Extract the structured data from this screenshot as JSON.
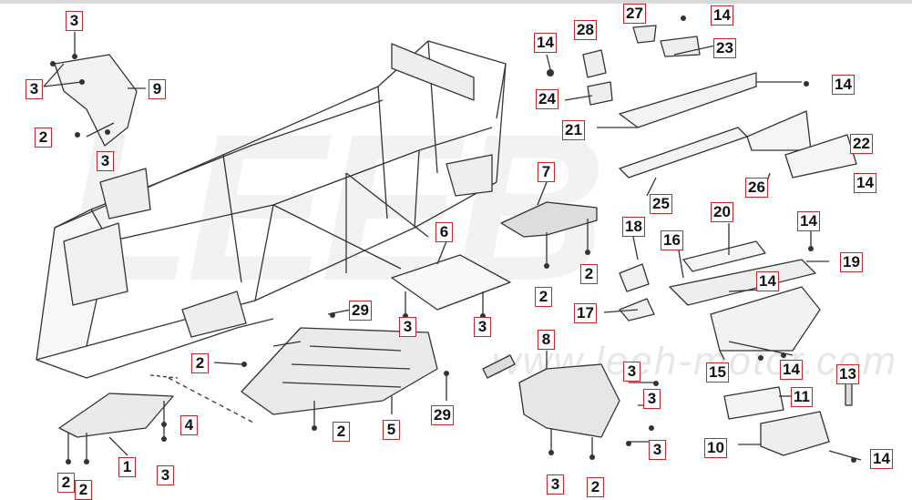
{
  "diagram": {
    "watermark_text": "www.leeh-motor.com",
    "background_brand": "LEEB",
    "labels": [
      {
        "id": "3",
        "text": "3"
      },
      {
        "id": "3",
        "text": "3"
      },
      {
        "id": "9",
        "text": "9"
      },
      {
        "id": "2",
        "text": "2"
      },
      {
        "id": "3",
        "text": "3"
      },
      {
        "id": "14",
        "text": "14"
      },
      {
        "id": "28",
        "text": "28"
      },
      {
        "id": "27",
        "text": "27"
      },
      {
        "id": "14",
        "text": "14"
      },
      {
        "id": "23",
        "text": "23"
      },
      {
        "id": "24",
        "text": "24"
      },
      {
        "id": "21",
        "text": "21"
      },
      {
        "id": "14",
        "text": "14"
      },
      {
        "id": "22",
        "text": "22"
      },
      {
        "id": "26",
        "text": "26"
      },
      {
        "id": "14",
        "text": "14"
      },
      {
        "id": "25",
        "text": "25"
      },
      {
        "id": "7",
        "text": "7"
      },
      {
        "id": "6",
        "text": "6"
      },
      {
        "id": "18",
        "text": "18"
      },
      {
        "id": "20",
        "text": "20"
      },
      {
        "id": "14",
        "text": "14"
      },
      {
        "id": "16",
        "text": "16"
      },
      {
        "id": "19",
        "text": "19"
      },
      {
        "id": "2",
        "text": "2"
      },
      {
        "id": "14",
        "text": "14"
      },
      {
        "id": "2",
        "text": "2"
      },
      {
        "id": "3",
        "text": "3"
      },
      {
        "id": "3",
        "text": "3"
      },
      {
        "id": "29",
        "text": "29"
      },
      {
        "id": "17",
        "text": "17"
      },
      {
        "id": "8",
        "text": "8"
      },
      {
        "id": "2",
        "text": "2"
      },
      {
        "id": "3",
        "text": "3"
      },
      {
        "id": "3",
        "text": "3"
      },
      {
        "id": "15",
        "text": "15"
      },
      {
        "id": "14",
        "text": "14"
      },
      {
        "id": "13",
        "text": "13"
      },
      {
        "id": "11",
        "text": "11"
      },
      {
        "id": "29",
        "text": "29"
      },
      {
        "id": "4",
        "text": "4"
      },
      {
        "id": "2",
        "text": "2"
      },
      {
        "id": "5",
        "text": "5"
      },
      {
        "id": "1",
        "text": "1"
      },
      {
        "id": "3",
        "text": "3"
      },
      {
        "id": "3",
        "text": "3"
      },
      {
        "id": "10",
        "text": "10"
      },
      {
        "id": "14",
        "text": "14"
      },
      {
        "id": "2",
        "text": "2"
      },
      {
        "id": "2",
        "text": "2"
      },
      {
        "id": "3",
        "text": "3"
      },
      {
        "id": "2",
        "text": "2"
      }
    ]
  }
}
